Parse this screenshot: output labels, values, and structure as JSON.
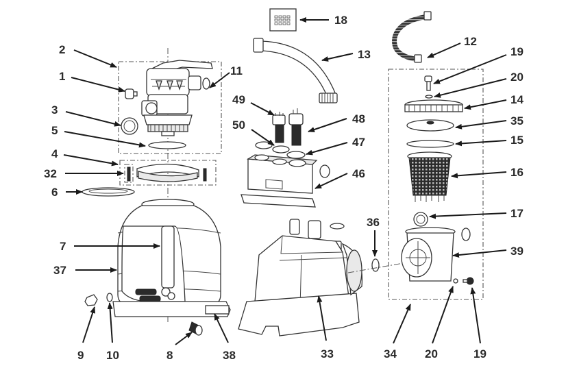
{
  "title": "Sand filter pump with saltwater chlorinator - exploded parts diagram",
  "callouts": [
    {
      "id": "c1",
      "label": "1"
    },
    {
      "id": "c2",
      "label": "2"
    },
    {
      "id": "c3",
      "label": "3"
    },
    {
      "id": "c4",
      "label": "4"
    },
    {
      "id": "c5",
      "label": "5"
    },
    {
      "id": "c6",
      "label": "6"
    },
    {
      "id": "c7",
      "label": "7"
    },
    {
      "id": "c8",
      "label": "8"
    },
    {
      "id": "c9",
      "label": "9"
    },
    {
      "id": "c10",
      "label": "10"
    },
    {
      "id": "c11",
      "label": "11"
    },
    {
      "id": "c12",
      "label": "12"
    },
    {
      "id": "c13",
      "label": "13"
    },
    {
      "id": "c14",
      "label": "14"
    },
    {
      "id": "c15",
      "label": "15"
    },
    {
      "id": "c16",
      "label": "16"
    },
    {
      "id": "c17",
      "label": "17"
    },
    {
      "id": "c18",
      "label": "18"
    },
    {
      "id": "c19a",
      "label": "19"
    },
    {
      "id": "c19b",
      "label": "19"
    },
    {
      "id": "c20a",
      "label": "20"
    },
    {
      "id": "c20b",
      "label": "20"
    },
    {
      "id": "c32",
      "label": "32"
    },
    {
      "id": "c33",
      "label": "33"
    },
    {
      "id": "c34",
      "label": "34"
    },
    {
      "id": "c35",
      "label": "35"
    },
    {
      "id": "c36",
      "label": "36"
    },
    {
      "id": "c37",
      "label": "37"
    },
    {
      "id": "c38",
      "label": "38"
    },
    {
      "id": "c39",
      "label": "39"
    },
    {
      "id": "c46",
      "label": "46"
    },
    {
      "id": "c47",
      "label": "47"
    },
    {
      "id": "c48",
      "label": "48"
    },
    {
      "id": "c49",
      "label": "49"
    },
    {
      "id": "c50",
      "label": "50"
    }
  ],
  "parts": {
    "multiport_valve": "multiport-valve",
    "filter_tank": "filter-tank",
    "pump_motor": "pump-motor",
    "strainer_housing": "strainer-housing",
    "chlorinator": "chlorinator",
    "hose": "connection-hose",
    "flex_hose": "flexible-hose",
    "parts_bag": "parts-bag"
  }
}
